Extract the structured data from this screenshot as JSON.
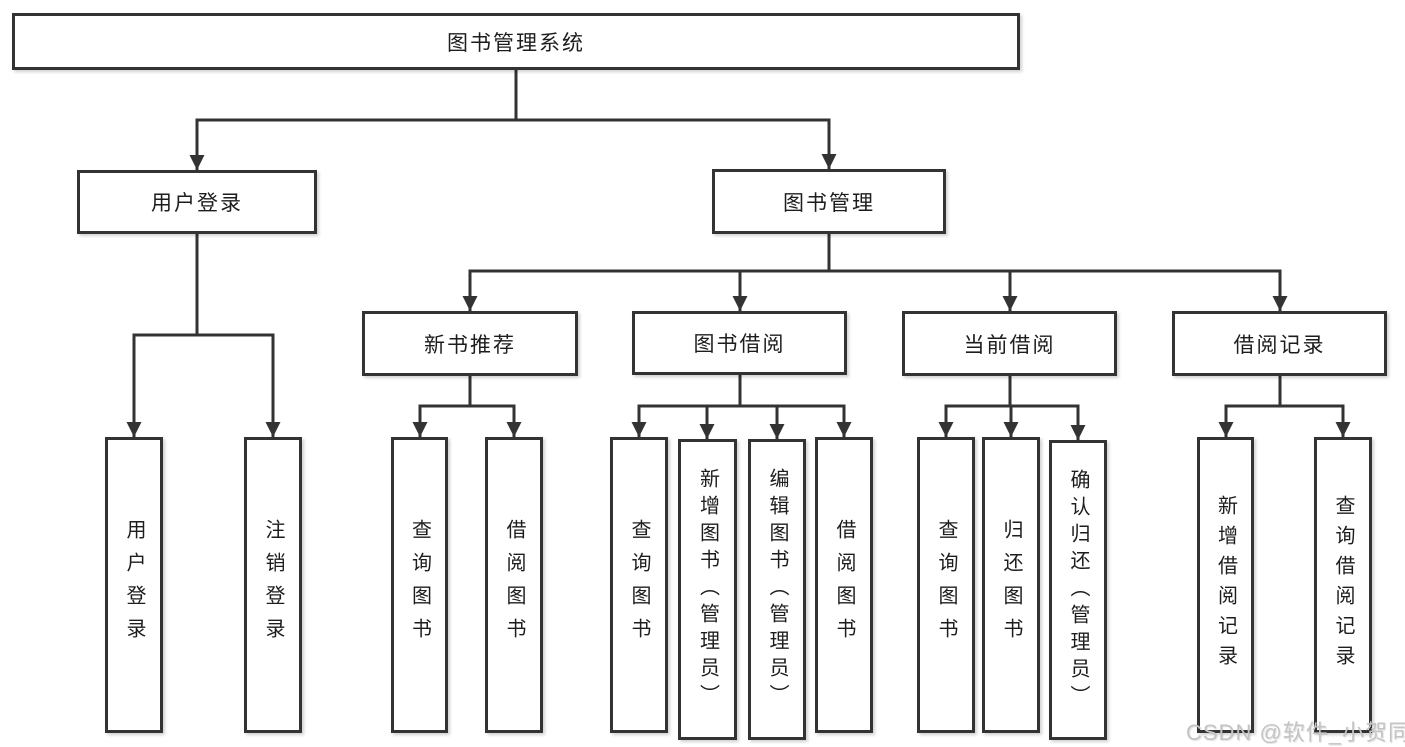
{
  "tree": {
    "root": {
      "label": "图书管理系统",
      "children": [
        {
          "label": "用户登录",
          "children": [
            {
              "label": "用户登录"
            },
            {
              "label": "注销登录"
            }
          ]
        },
        {
          "label": "图书管理",
          "children": [
            {
              "label": "新书推荐",
              "children": [
                {
                  "label": "查询图书"
                },
                {
                  "label": "借阅图书"
                }
              ]
            },
            {
              "label": "图书借阅",
              "children": [
                {
                  "label": "查询图书"
                },
                {
                  "label": "新增图书（管理员）"
                },
                {
                  "label": "编辑图书（管理员）"
                },
                {
                  "label": "借阅图书"
                }
              ]
            },
            {
              "label": "当前借阅",
              "children": [
                {
                  "label": "查询图书"
                },
                {
                  "label": "归还图书"
                },
                {
                  "label": "确认归还（管理员）"
                }
              ]
            },
            {
              "label": "借阅记录",
              "children": [
                {
                  "label": "新增借阅记录"
                },
                {
                  "label": "查询借阅记录"
                }
              ]
            }
          ]
        }
      ]
    }
  },
  "watermark": {
    "text": "CSDN @软件_小贺同学"
  },
  "colors": {
    "line": "#333333",
    "box_border": "#333333",
    "text": "#1d1d1d",
    "watermark": "#c4c4c4",
    "background": "#ffffff"
  }
}
